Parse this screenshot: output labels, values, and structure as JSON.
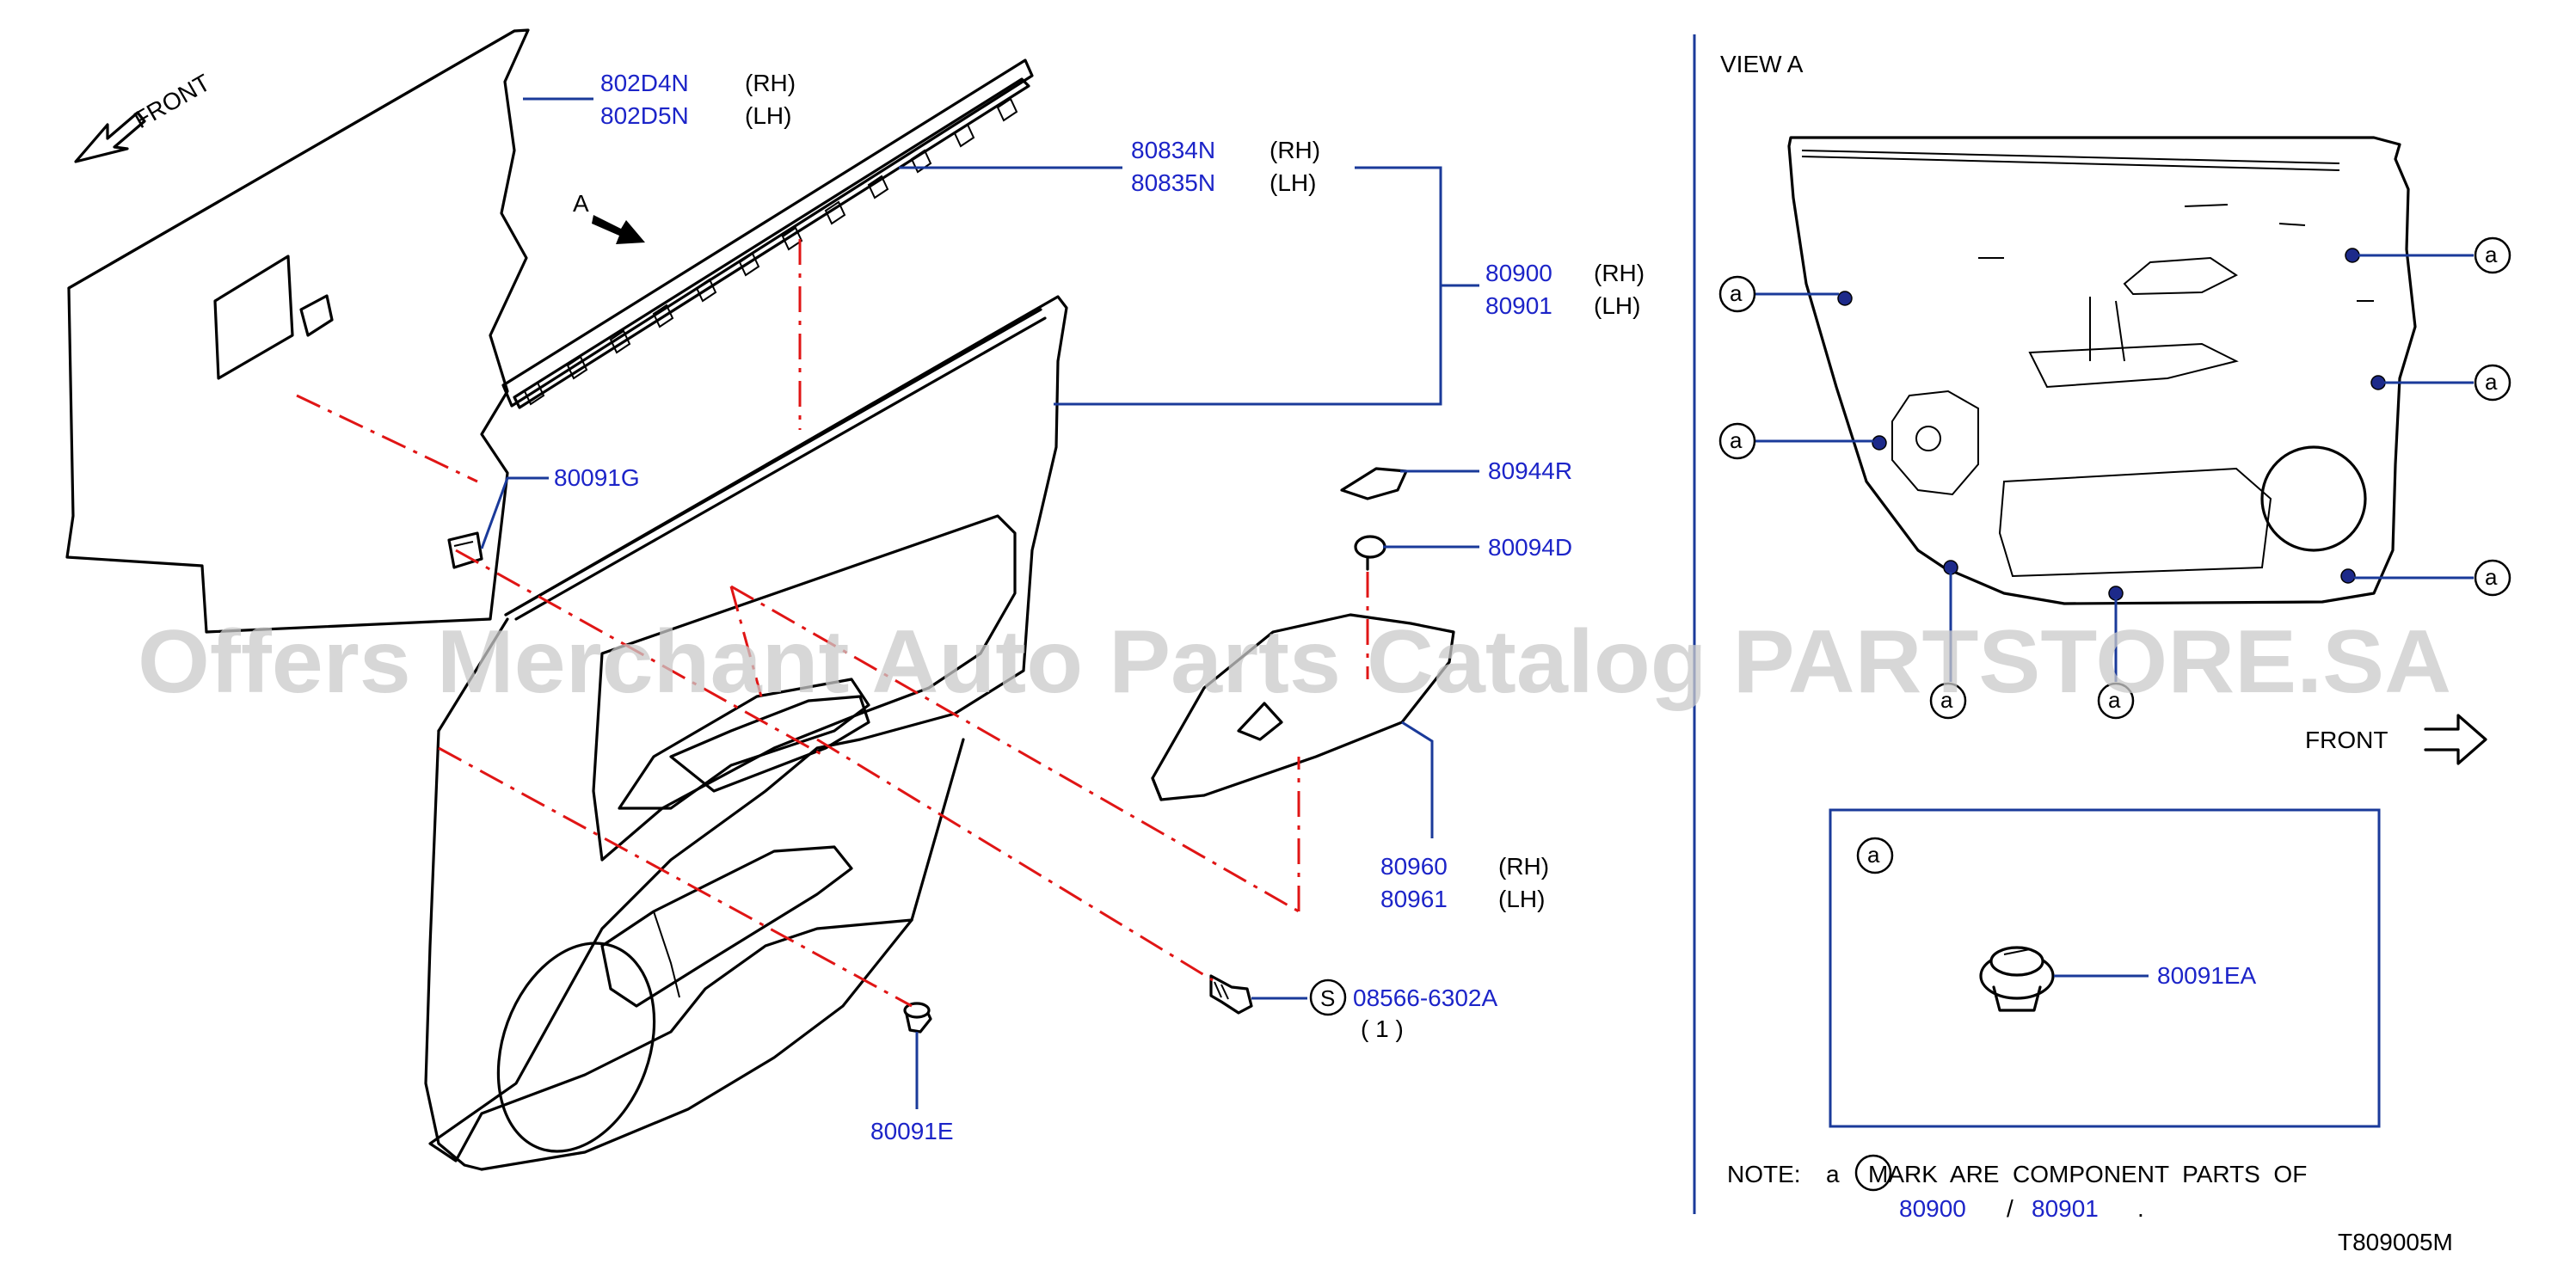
{
  "left_panel": {
    "front_label": "FRONT",
    "view_arrow_label": "A",
    "parts": [
      {
        "id": "p1",
        "numbers": [
          "802D4N",
          "802D5N"
        ],
        "sides": [
          "(RH)",
          "(LH)"
        ]
      },
      {
        "id": "p2",
        "numbers": [
          "80834N",
          "80835N"
        ],
        "sides": [
          "(RH)",
          "(LH)"
        ]
      },
      {
        "id": "p3",
        "numbers": [
          "80900",
          "80901"
        ],
        "sides": [
          "(RH)",
          "(LH)"
        ]
      },
      {
        "id": "p4",
        "numbers": [
          "80091G"
        ]
      },
      {
        "id": "p5",
        "numbers": [
          "80944R"
        ]
      },
      {
        "id": "p6",
        "numbers": [
          "80094D"
        ]
      },
      {
        "id": "p7",
        "numbers": [
          "80960",
          "80961"
        ],
        "sides": [
          "(RH)",
          "(LH)"
        ]
      },
      {
        "id": "p8",
        "numbers": [
          "08566-6302A"
        ],
        "symbol": "S",
        "qty": "( 1 )"
      },
      {
        "id": "p9",
        "numbers": [
          "80091E"
        ]
      }
    ]
  },
  "right_panel": {
    "view_title": "VIEW  A",
    "callout_letter": "a",
    "front_label": "FRONT",
    "detail_box": {
      "marker": "a",
      "part_number": "80091EA"
    },
    "note": {
      "prefix": "NOTE:",
      "letter": "a",
      "mark_text": "MARK  ARE  COMPONENT  PARTS  OF",
      "part_a": "80900",
      "separator": "/",
      "part_b": "80901",
      "end": "."
    }
  },
  "watermark": "Offers Merchant Auto Parts Catalog PARTSTORE.SA",
  "diagram_code": "T809005M",
  "colors": {
    "part_number": "#1c24c8",
    "leader": "#1a3a9a",
    "dash_line": "#e01515",
    "watermark": "#c9c9c9"
  }
}
